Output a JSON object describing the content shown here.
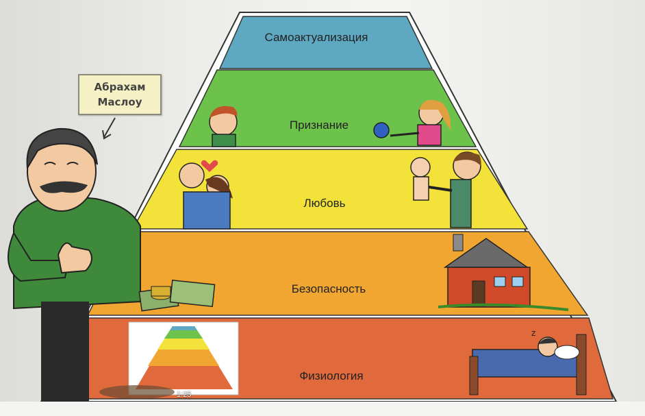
{
  "note": {
    "line1": "Абрахам",
    "line2": "Маслоу"
  },
  "levels": [
    {
      "label": "Самоактуализация",
      "color": "#5ea8c2"
    },
    {
      "label": "Признание",
      "color": "#6cc24a"
    },
    {
      "label": "Любовь",
      "color": "#f2e23a"
    },
    {
      "label": "Безопасность",
      "color": "#f0a630"
    },
    {
      "label": "Физиология",
      "color": "#e06a3c"
    }
  ],
  "video": {
    "timestamp": "1:25"
  },
  "colors": {
    "border": "#ffffff",
    "outline": "#222222",
    "note_bg": "#f6f1c4"
  }
}
